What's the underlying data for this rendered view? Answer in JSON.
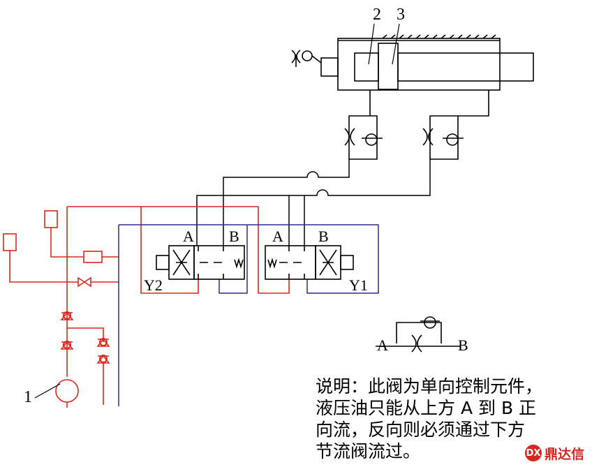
{
  "labels": {
    "cyl_piston": "2",
    "cyl_rod": "3",
    "pump": "1",
    "valve_left": {
      "a": "A",
      "b": "B",
      "solenoid": "Y2"
    },
    "valve_right": {
      "a": "A",
      "b": "B",
      "solenoid": "Y1"
    },
    "legend": {
      "a": "A",
      "b": "B"
    }
  },
  "note": {
    "line1": "说明：此阀为单向控制元件，",
    "line2": "液压油只能从上方 A 到 B 正",
    "line3": "向流，反向则必须通过下方",
    "line4": "节流阀流过。"
  },
  "watermark": "鼎达信",
  "colors": {
    "pilot": "#e0251b",
    "tank": "#2b2b8f",
    "main": "#000000"
  }
}
